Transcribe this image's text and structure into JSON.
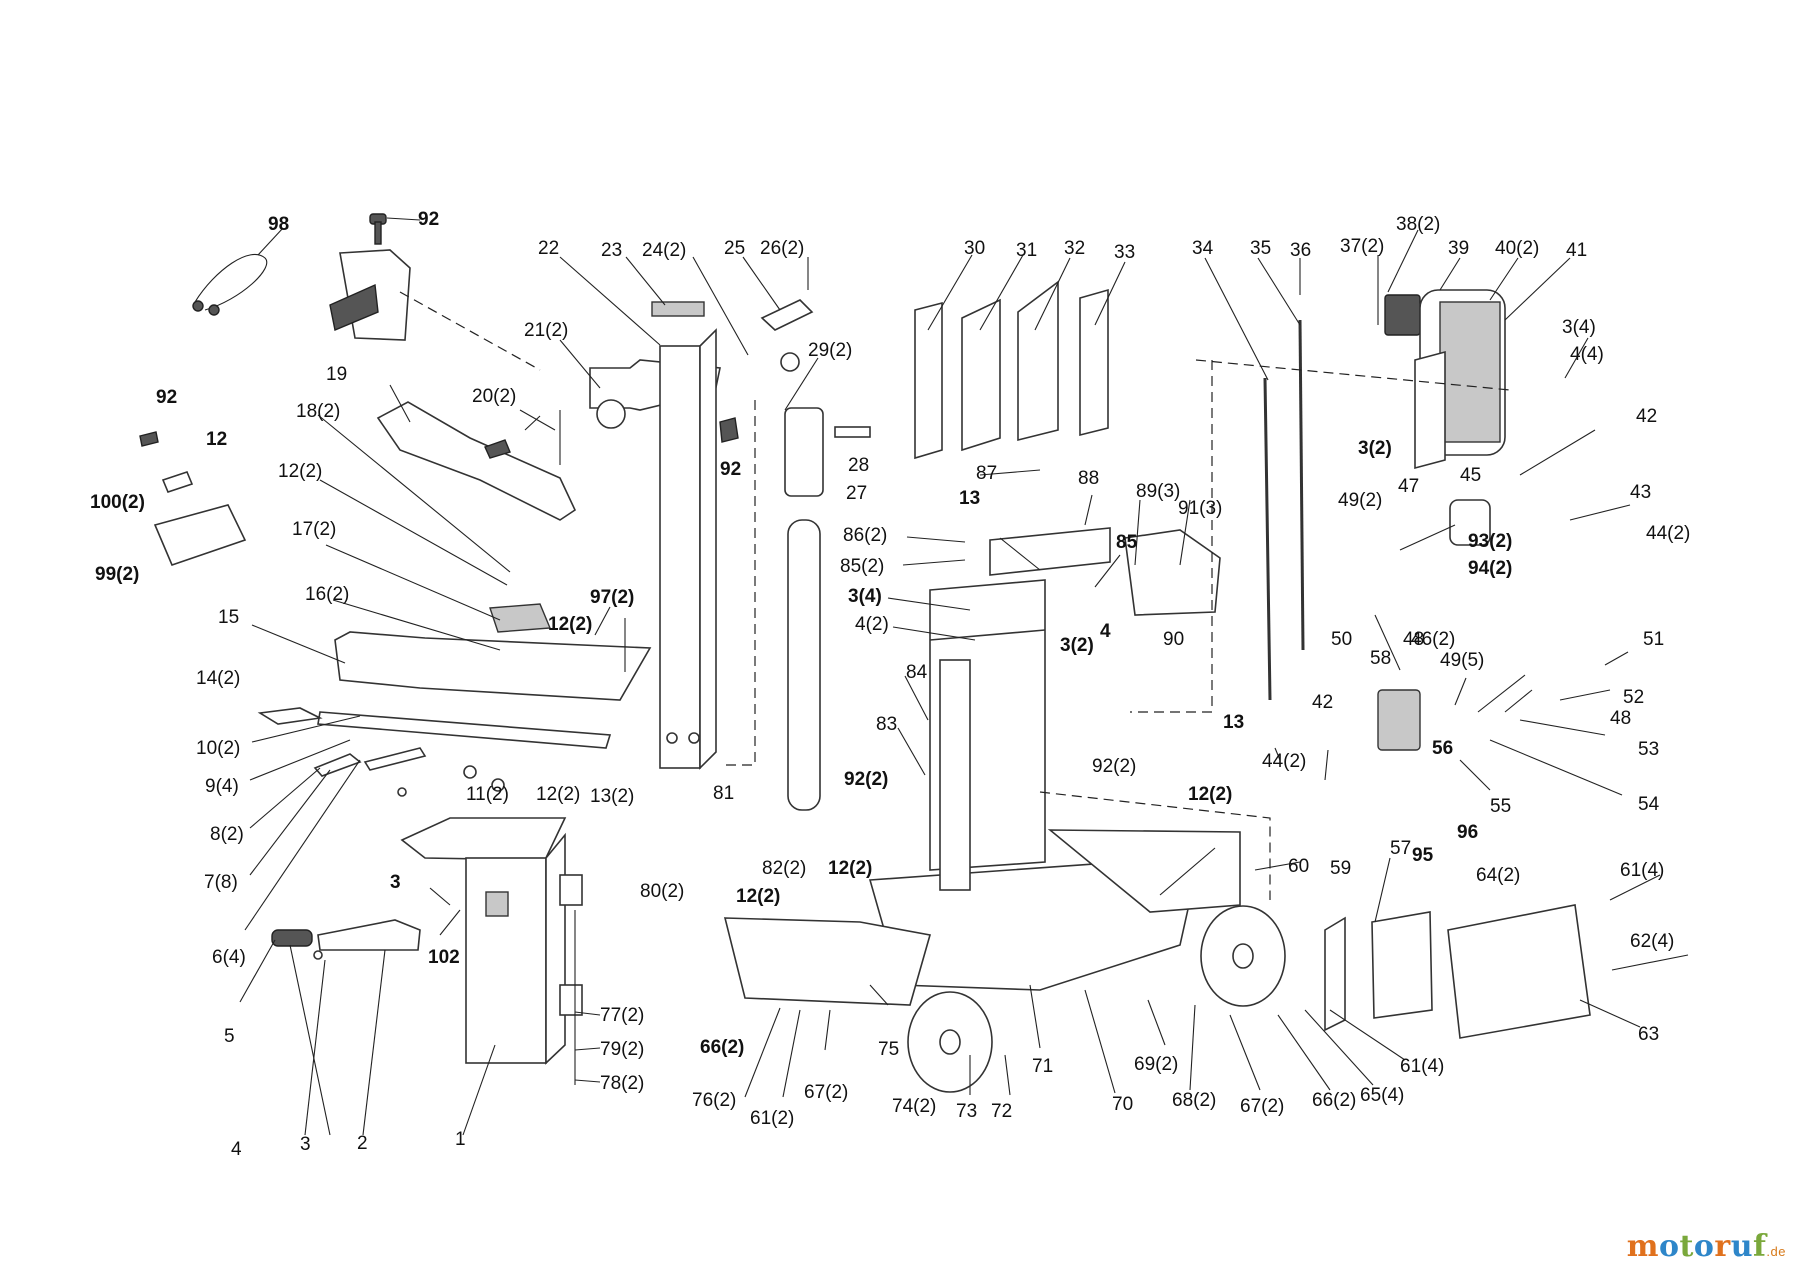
{
  "diagram": {
    "callouts": [
      {
        "text": "98",
        "bold": true
      },
      {
        "text": "92",
        "bold": true
      },
      {
        "text": "22",
        "bold": false
      },
      {
        "text": "23",
        "bold": false
      },
      {
        "text": "24(2)",
        "bold": false
      },
      {
        "text": "25",
        "bold": false
      },
      {
        "text": "26(2)",
        "bold": false
      },
      {
        "text": "30",
        "bold": false
      },
      {
        "text": "31",
        "bold": false
      },
      {
        "text": "32",
        "bold": false
      },
      {
        "text": "33",
        "bold": false
      },
      {
        "text": "34",
        "bold": false
      },
      {
        "text": "35",
        "bold": false
      },
      {
        "text": "36",
        "bold": false
      },
      {
        "text": "38(2)",
        "bold": false
      },
      {
        "text": "37(2)",
        "bold": false
      },
      {
        "text": "39",
        "bold": false
      },
      {
        "text": "40(2)",
        "bold": false
      },
      {
        "text": "41",
        "bold": false
      },
      {
        "text": "21(2)",
        "bold": false
      },
      {
        "text": "29(2)",
        "bold": false
      },
      {
        "text": "3(4)",
        "bold": false
      },
      {
        "text": "4(4)",
        "bold": false
      },
      {
        "text": "92",
        "bold": true
      },
      {
        "text": "12",
        "bold": true
      },
      {
        "text": "19",
        "bold": false
      },
      {
        "text": "20(2)",
        "bold": false
      },
      {
        "text": "18(2)",
        "bold": false
      },
      {
        "text": "100(2)",
        "bold": true
      },
      {
        "text": "12(2)",
        "bold": false
      },
      {
        "text": "92",
        "bold": true
      },
      {
        "text": "28",
        "bold": false
      },
      {
        "text": "27",
        "bold": false
      },
      {
        "text": "87",
        "bold": false
      },
      {
        "text": "88",
        "bold": false
      },
      {
        "text": "89(3)",
        "bold": false
      },
      {
        "text": "91(3)",
        "bold": false
      },
      {
        "text": "3(2)",
        "bold": true
      },
      {
        "text": "42",
        "bold": false
      },
      {
        "text": "13",
        "bold": true
      },
      {
        "text": "45",
        "bold": false
      },
      {
        "text": "47",
        "bold": false
      },
      {
        "text": "49(2)",
        "bold": false
      },
      {
        "text": "43",
        "bold": false
      },
      {
        "text": "17(2)",
        "bold": false
      },
      {
        "text": "99(2)",
        "bold": true
      },
      {
        "text": "86(2)",
        "bold": false
      },
      {
        "text": "85",
        "bold": true
      },
      {
        "text": "44(2)",
        "bold": false
      },
      {
        "text": "85(2)",
        "bold": false
      },
      {
        "text": "93(2)",
        "bold": true
      },
      {
        "text": "94(2)",
        "bold": true
      },
      {
        "text": "16(2)",
        "bold": false
      },
      {
        "text": "97(2)",
        "bold": true
      },
      {
        "text": "3(4)",
        "bold": true
      },
      {
        "text": "15",
        "bold": false
      },
      {
        "text": "12(2)",
        "bold": true
      },
      {
        "text": "4(2)",
        "bold": false
      },
      {
        "text": "3(2)",
        "bold": true
      },
      {
        "text": "4",
        "bold": true
      },
      {
        "text": "90",
        "bold": false
      },
      {
        "text": "50",
        "bold": false
      },
      {
        "text": "48",
        "bold": false
      },
      {
        "text": "46(2)",
        "bold": false
      },
      {
        "text": "51",
        "bold": false
      },
      {
        "text": "58",
        "bold": false
      },
      {
        "text": "49(5)",
        "bold": false
      },
      {
        "text": "14(2)",
        "bold": false
      },
      {
        "text": "84",
        "bold": false
      },
      {
        "text": "52",
        "bold": false
      },
      {
        "text": "42",
        "bold": false
      },
      {
        "text": "13",
        "bold": true
      },
      {
        "text": "48",
        "bold": false
      },
      {
        "text": "83",
        "bold": false
      },
      {
        "text": "10(2)",
        "bold": false
      },
      {
        "text": "56",
        "bold": true
      },
      {
        "text": "53",
        "bold": false
      },
      {
        "text": "44(2)",
        "bold": false
      },
      {
        "text": "9(4)",
        "bold": false
      },
      {
        "text": "92(2)",
        "bold": false
      },
      {
        "text": "12(2)",
        "bold": true
      },
      {
        "text": "11(2)",
        "bold": false
      },
      {
        "text": "12(2)",
        "bold": false
      },
      {
        "text": "13(2)",
        "bold": false
      },
      {
        "text": "81",
        "bold": false
      },
      {
        "text": "92(2)",
        "bold": true
      },
      {
        "text": "54",
        "bold": false
      },
      {
        "text": "55",
        "bold": false
      },
      {
        "text": "8(2)",
        "bold": false
      },
      {
        "text": "96",
        "bold": true
      },
      {
        "text": "57",
        "bold": false
      },
      {
        "text": "95",
        "bold": true
      },
      {
        "text": "59",
        "bold": false
      },
      {
        "text": "60",
        "bold": false
      },
      {
        "text": "82(2)",
        "bold": false
      },
      {
        "text": "12(2)",
        "bold": true
      },
      {
        "text": "7(8)",
        "bold": false
      },
      {
        "text": "3",
        "bold": true
      },
      {
        "text": "80(2)",
        "bold": false
      },
      {
        "text": "12(2)",
        "bold": true
      },
      {
        "text": "64(2)",
        "bold": false
      },
      {
        "text": "61(4)",
        "bold": false
      },
      {
        "text": "102",
        "bold": true
      },
      {
        "text": "6(4)",
        "bold": false
      },
      {
        "text": "62(4)",
        "bold": false
      },
      {
        "text": "77(2)",
        "bold": false
      },
      {
        "text": "5",
        "bold": false
      },
      {
        "text": "63",
        "bold": false
      },
      {
        "text": "79(2)",
        "bold": false
      },
      {
        "text": "66(2)",
        "bold": true
      },
      {
        "text": "75",
        "bold": false
      },
      {
        "text": "71",
        "bold": false
      },
      {
        "text": "69(2)",
        "bold": false
      },
      {
        "text": "61(4)",
        "bold": false
      },
      {
        "text": "78(2)",
        "bold": false
      },
      {
        "text": "76(2)",
        "bold": false
      },
      {
        "text": "67(2)",
        "bold": false
      },
      {
        "text": "74(2)",
        "bold": false
      },
      {
        "text": "73",
        "bold": false
      },
      {
        "text": "72",
        "bold": false
      },
      {
        "text": "70",
        "bold": false
      },
      {
        "text": "68(2)",
        "bold": false
      },
      {
        "text": "67(2)",
        "bold": false
      },
      {
        "text": "66(2)",
        "bold": false
      },
      {
        "text": "65(4)",
        "bold": false
      },
      {
        "text": "61(2)",
        "bold": false
      },
      {
        "text": "4",
        "bold": false
      },
      {
        "text": "3",
        "bold": false
      },
      {
        "text": "2",
        "bold": false
      },
      {
        "text": "1",
        "bold": false
      }
    ]
  },
  "brand": {
    "colors": [
      "#e0711d",
      "#2e86c9",
      "#7aa83b",
      "#2e86c9",
      "#e0711d",
      "#2e86c9",
      "#7aa83b"
    ],
    "letters": [
      "m",
      "o",
      "t",
      "o",
      "r",
      "u",
      "f"
    ],
    "suffix": ".de"
  }
}
